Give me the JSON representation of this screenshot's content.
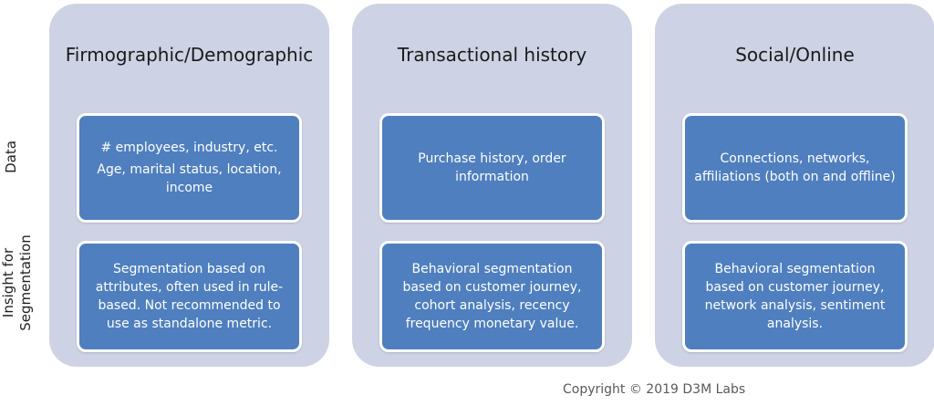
{
  "row_labels": {
    "data": "Data",
    "insight_line1": "Insight for",
    "insight_line2": "Segmentation"
  },
  "columns": [
    {
      "title": "Firmographic/Demographic",
      "data_lines": [
        "# employees, industry, etc.",
        "Age, marital status, location, income"
      ],
      "insight": "Segmentation based on attributes, often used in rule-based. Not recommended to use as standalone metric."
    },
    {
      "title": "Transactional history",
      "data_lines": [
        "Purchase history, order information"
      ],
      "insight": "Behavioral segmentation based on customer journey, cohort analysis, recency frequency monetary value."
    },
    {
      "title": "Social/Online",
      "data_lines": [
        "Connections, networks, affiliations (both on and offline)"
      ],
      "insight": "Behavioral segmentation based on customer journey, network analysis, sentiment analysis."
    }
  ],
  "copyright": "Copyright © 2019 D3M Labs",
  "colors": {
    "column_bg": "#cdd3e4",
    "box_fill": "#4f7fbe",
    "box_border": "#ffffff"
  }
}
